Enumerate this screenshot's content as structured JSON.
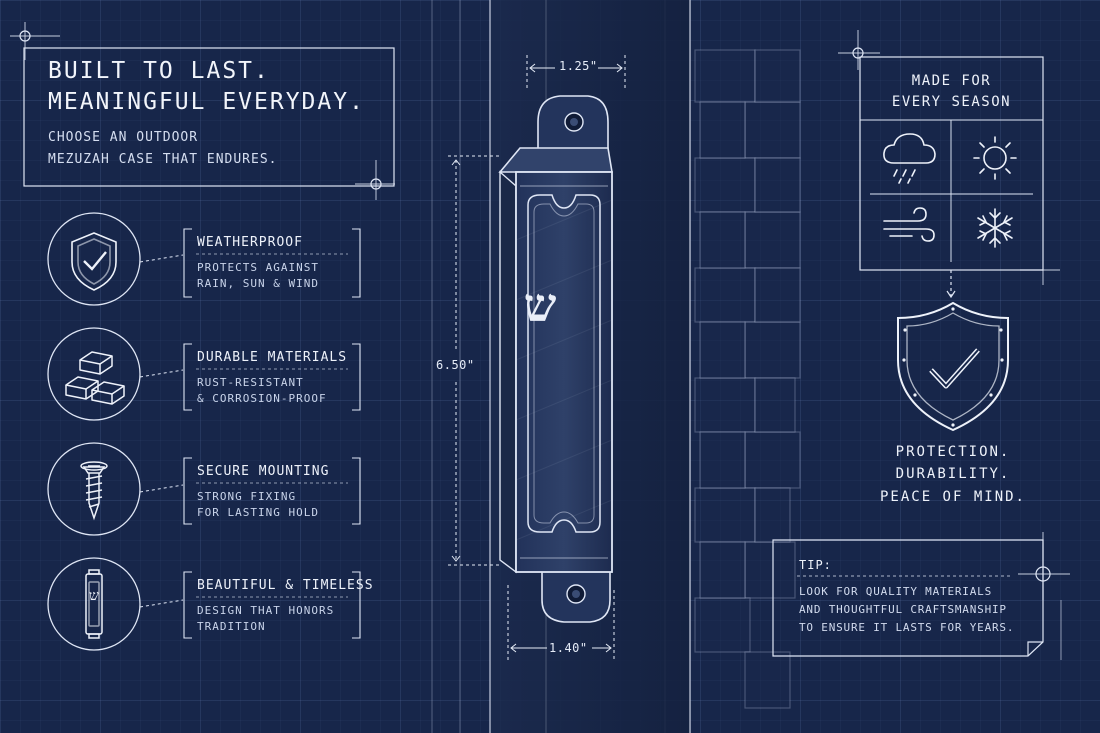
{
  "hero": {
    "title_line1": "BUILT TO LAST.",
    "title_line2": "MEANINGFUL EVERYDAY.",
    "subtitle_line1": "CHOOSE AN OUTDOOR",
    "subtitle_line2": "MEZUZAH CASE THAT ENDURES."
  },
  "features": [
    {
      "icon": "shield-check-icon",
      "title": "WEATHERPROOF",
      "desc_line1": "PROTECTS AGAINST",
      "desc_line2": "RAIN, SUN & WIND"
    },
    {
      "icon": "metal-bars-icon",
      "title": "DURABLE MATERIALS",
      "desc_line1": "RUST-RESISTANT",
      "desc_line2": "& CORROSION-PROOF"
    },
    {
      "icon": "screw-icon",
      "title": "SECURE MOUNTING",
      "desc_line1": "STRONG FIXING",
      "desc_line2": "FOR LASTING HOLD"
    },
    {
      "icon": "mezuzah-icon",
      "title": "BEAUTIFUL & TIMELESS",
      "desc_line1": "DESIGN THAT HONORS",
      "desc_line2": "TRADITION"
    }
  ],
  "dimensions": {
    "top_width": "1.25\"",
    "height": "6.50\"",
    "bottom_width": "1.40\""
  },
  "mezuzah": {
    "letter": "ש"
  },
  "seasons": {
    "title_line1": "MADE FOR",
    "title_line2": "EVERY SEASON",
    "icons": [
      "rain-cloud-icon",
      "sun-icon",
      "wind-icon",
      "snowflake-icon"
    ]
  },
  "protection": {
    "line1": "PROTECTION.",
    "line2": "DURABILITY.",
    "line3": "PEACE OF MIND."
  },
  "tip": {
    "title": "TIP:",
    "line1": "LOOK FOR QUALITY MATERIALS",
    "line2": "AND THOUGHTFUL CRAFTSMANSHIP",
    "line3": "TO ENSURE IT LASTS FOR YEARS."
  },
  "colors": {
    "background": "#17264a",
    "line": "#dfe6f5",
    "case_body": "#2b3c63"
  }
}
